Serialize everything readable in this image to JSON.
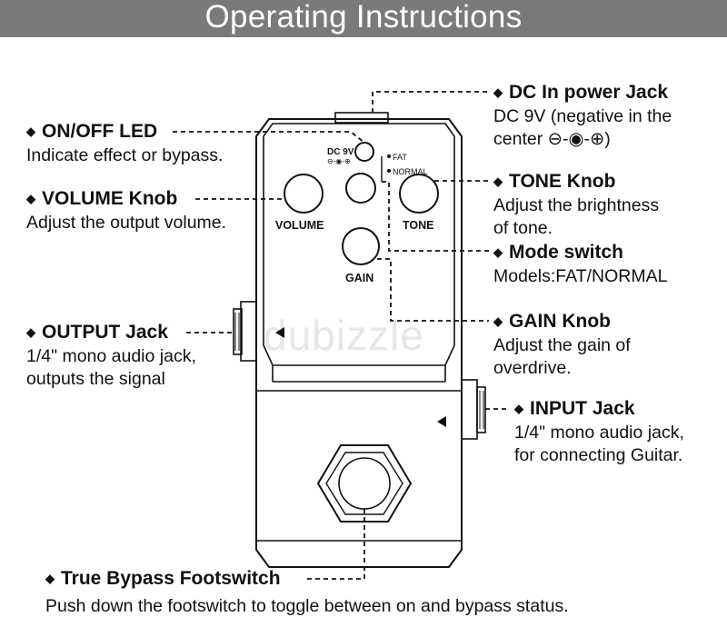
{
  "header": {
    "title": "Operating Instructions"
  },
  "watermark": "dubizzle",
  "pedal": {
    "dc_label": "DC 9V",
    "polarity_mini": "⊖-◉-⊕",
    "fat_label": "FAT",
    "normal_label": "NORMAL",
    "volume_label": "VOLUME",
    "tone_label": "TONE",
    "gain_label": "GAIN"
  },
  "callouts": {
    "dc_in": {
      "title": "DC In power Jack",
      "desc": [
        "DC 9V (negative in the",
        "center ⊖-◉-⊕)"
      ]
    },
    "led": {
      "title": "ON/OFF LED",
      "desc": [
        "Indicate effect or bypass."
      ]
    },
    "volume": {
      "title": "VOLUME Knob",
      "desc": [
        "Adjust the output volume."
      ]
    },
    "tone": {
      "title": "TONE Knob",
      "desc": [
        "Adjust the brightness",
        "of tone."
      ]
    },
    "mode": {
      "title": "Mode switch",
      "desc": [
        "Models:FAT/NORMAL"
      ]
    },
    "output": {
      "title": "OUTPUT Jack",
      "desc": [
        "1/4\" mono audio jack,",
        "outputs the signal"
      ]
    },
    "gain": {
      "title": "GAIN Knob",
      "desc": [
        "Adjust the gain of",
        "overdrive."
      ]
    },
    "input": {
      "title": "INPUT Jack",
      "desc": [
        "1/4\" mono audio jack,",
        "for connecting Guitar."
      ]
    },
    "footswitch": {
      "title": "True Bypass Footswitch",
      "desc": [
        "Push down the footswitch to toggle between on and bypass status."
      ]
    }
  }
}
